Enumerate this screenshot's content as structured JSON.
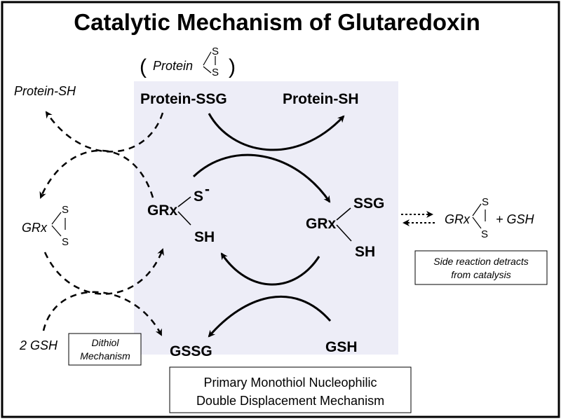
{
  "title": "Catalytic Mechanism of Glutaredoxin",
  "top_species": {
    "protein": "Protein",
    "s1": "S",
    "s2": "S",
    "open_paren": "(",
    "close_paren": ")",
    "protein_ssg": "Protein-SSG",
    "protein_sh": "Protein-SH"
  },
  "left_cycle": {
    "protein_sh": "Protein-SH",
    "grx_disulfide": {
      "grx": "GRx",
      "s1": "S",
      "s2": "S"
    },
    "gsh": "2 GSH",
    "label_line1": "Dithiol",
    "label_line2": "Mechanism"
  },
  "center": {
    "grx_left": {
      "grx": "GRx",
      "s_minus": "S",
      "charge": "-",
      "sh": "SH"
    },
    "grx_right": {
      "grx": "GRx",
      "ssg": "SSG",
      "sh": "SH"
    },
    "gssg": "GSSG",
    "gsh": "GSH"
  },
  "side_reaction": {
    "grx": "GRx",
    "s1": "S",
    "s2": "S",
    "plus_gsh": "+ GSH",
    "note_line1": "Side reaction detracts",
    "note_line2": "from catalysis"
  },
  "primary_label": {
    "line1": "Primary Monothiol Nucleophilic",
    "line2": "Double Displacement Mechanism"
  }
}
